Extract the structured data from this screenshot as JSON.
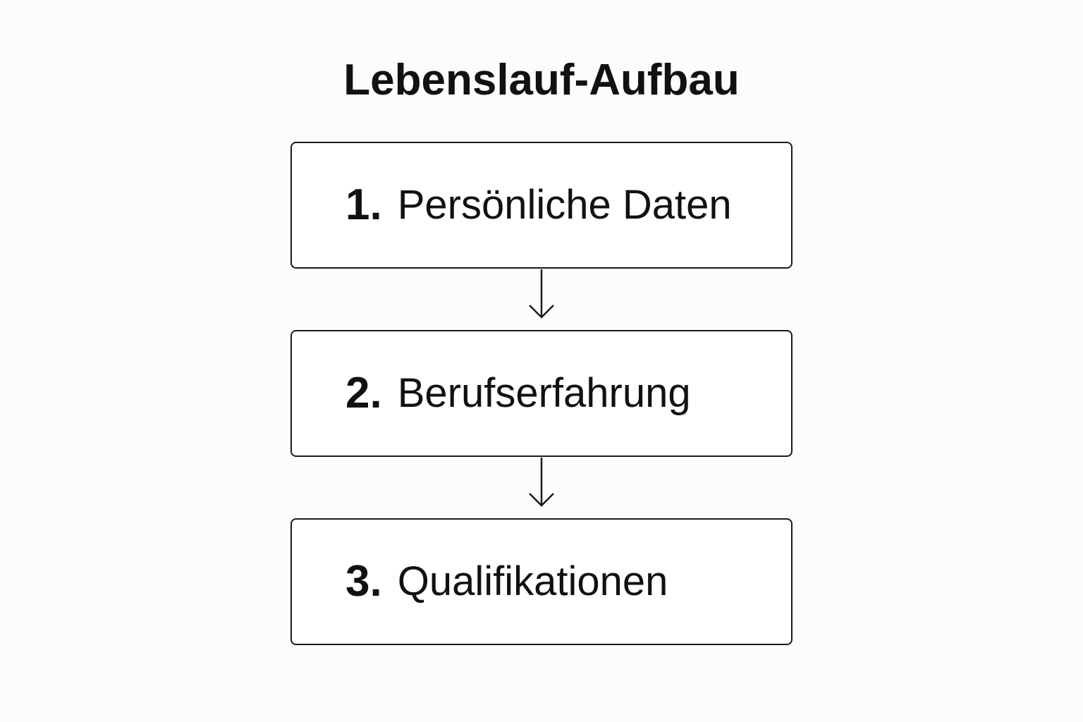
{
  "diagram": {
    "title": "Lebenslauf-Aufbau",
    "steps": [
      {
        "number": "1.",
        "label": "Persönliche Daten"
      },
      {
        "number": "2.",
        "label": "Berufserfahrung"
      },
      {
        "number": "3.",
        "label": "Qualifikationen"
      }
    ]
  },
  "colors": {
    "background": "#fcfcfc",
    "stroke": "#1a1a1a",
    "text": "#111111"
  }
}
